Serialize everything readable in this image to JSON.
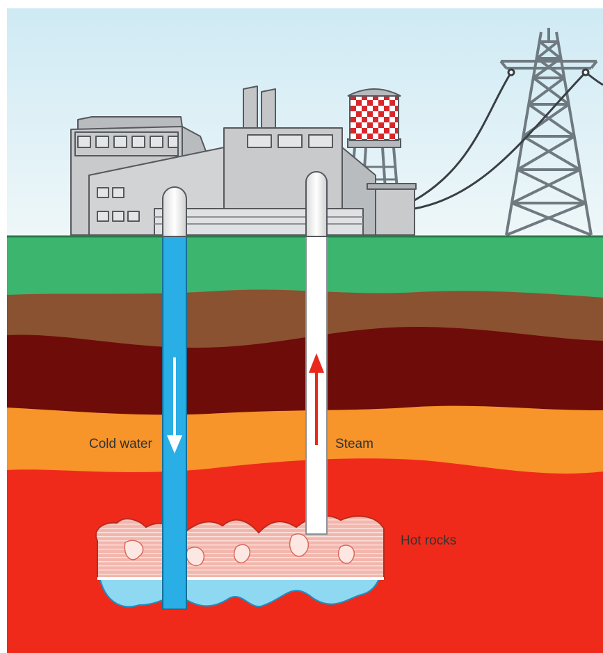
{
  "labels": {
    "cold_water": "Cold water",
    "steam": "Steam",
    "hot_rocks": "Hot rocks"
  },
  "icons": {
    "cold_flow_arrow": "arrow-down",
    "steam_flow_arrow": "arrow-up"
  },
  "colors": {
    "sky_top": "#cfeaf4",
    "sky_bottom": "#ecf6f8",
    "grass": "#3cb56e",
    "soil_brown": "#8a5230",
    "soil_dark": "#6e0c0a",
    "soil_orange": "#f7942a",
    "magma": "#f02a1a",
    "cold_pipe": "#29aee6",
    "steam_pipe": "#ffffff",
    "hot_rock_fill": "#f3b6ad",
    "water_pool": "#8fd8f2",
    "arrow_up": "#e8291c",
    "arrow_down": "#ffffff",
    "building_gray": "#c8cacc"
  }
}
